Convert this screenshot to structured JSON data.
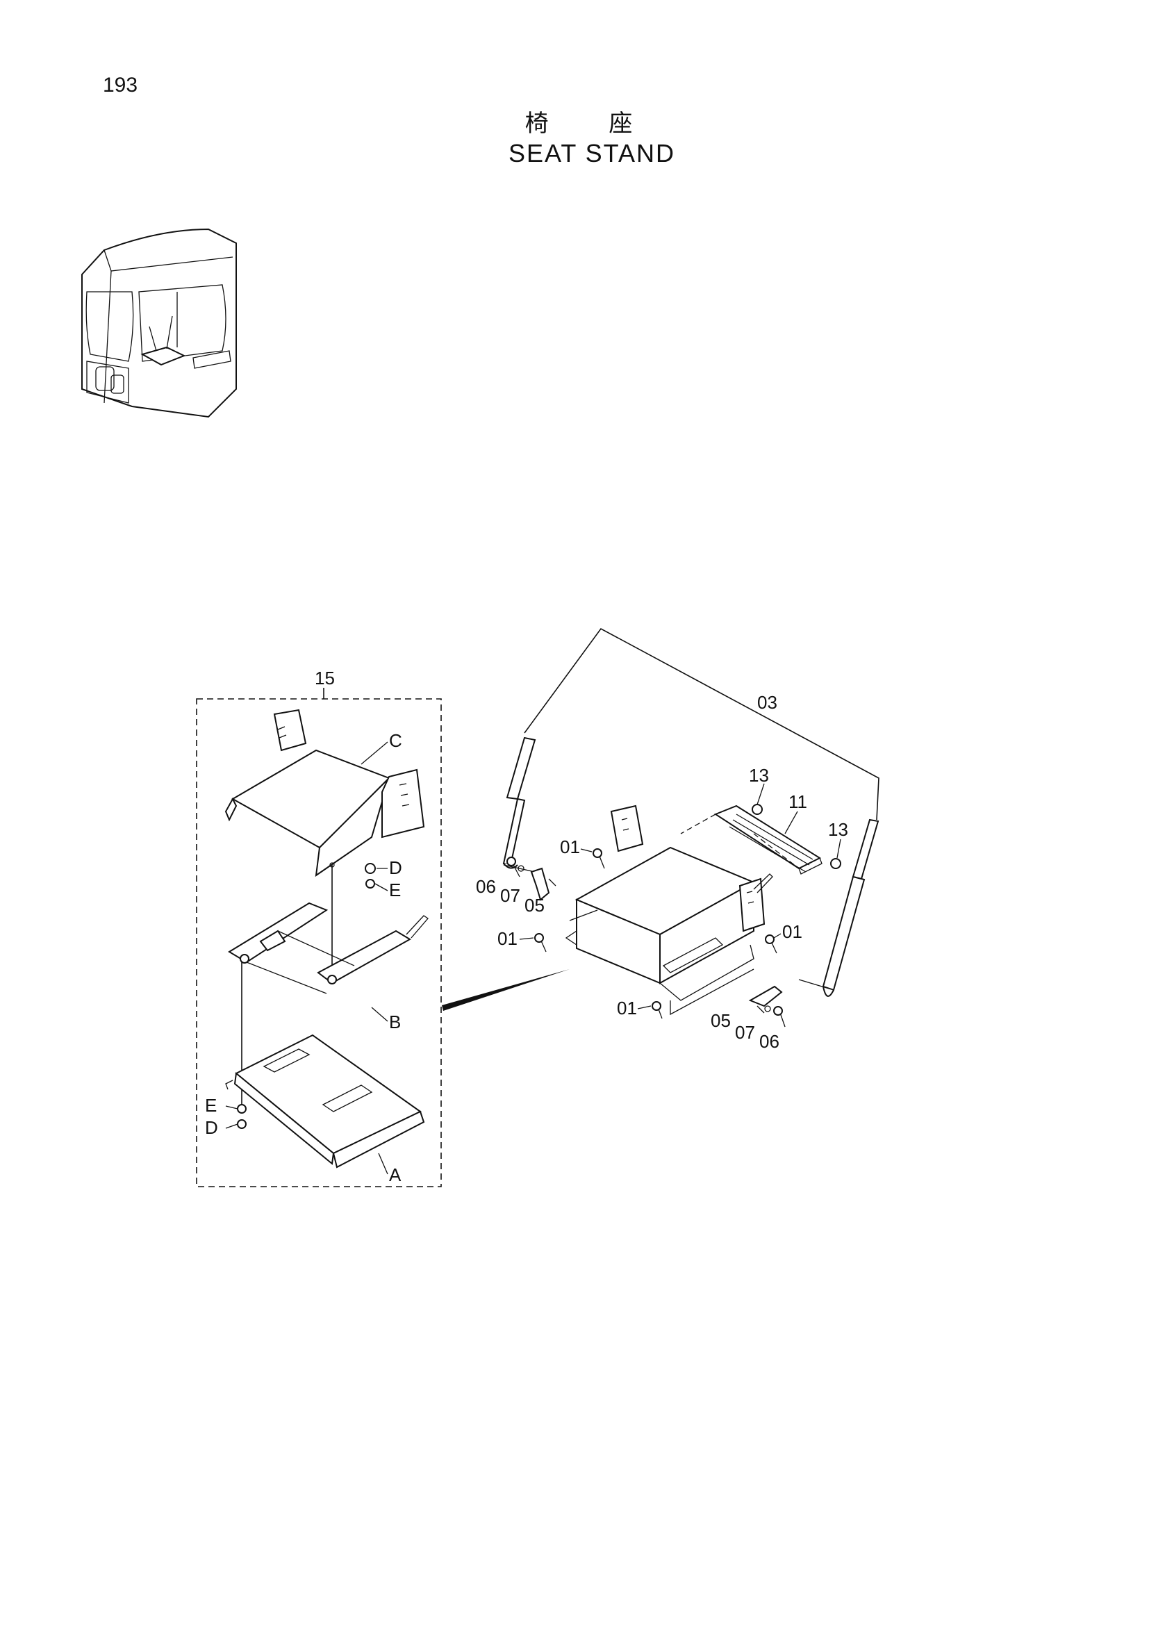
{
  "page": {
    "number": "193"
  },
  "title": {
    "japanese": "椅 座",
    "english": "SEAT STAND"
  },
  "callouts": {
    "c15": "15",
    "c03": "03",
    "c13a": "13",
    "c13b": "13",
    "c11": "11",
    "c01a": "01",
    "c01b": "01",
    "c01c": "01",
    "c01d": "01",
    "c06a": "06",
    "c07a": "07",
    "c05a": "05",
    "c05b": "05",
    "c07b": "07",
    "c06b": "06",
    "cC": "C",
    "cD1": "D",
    "cE1": "E",
    "cB": "B",
    "cE2": "E",
    "cD2": "D",
    "cA": "A"
  }
}
